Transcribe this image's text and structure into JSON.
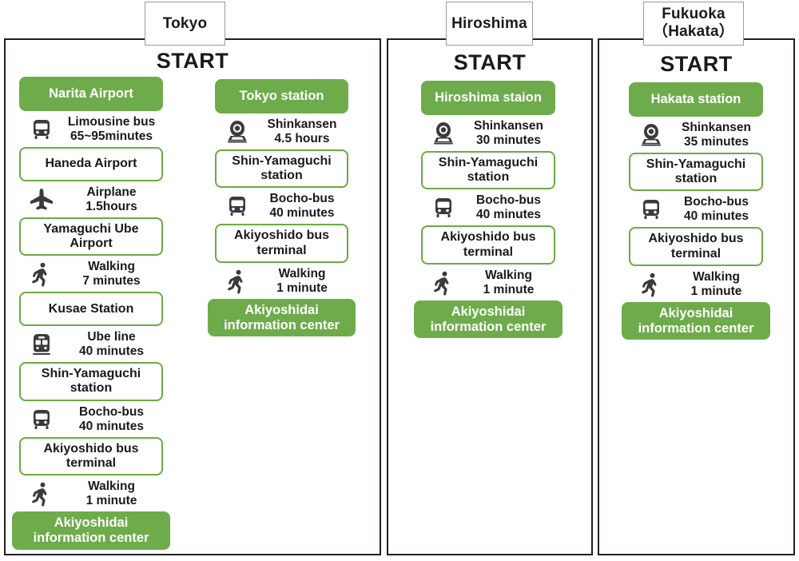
{
  "start_label": "START",
  "colors": {
    "green_solid": "#6eac4b",
    "green_border": "#6aab45",
    "panel_border": "#231f20",
    "tab_border": "#9b9b9b",
    "text": "#1a1a1a",
    "on_green_text": "#ffffff"
  },
  "panels": [
    {
      "id": "tokyo",
      "tab_label": "Tokyo",
      "routes": [
        {
          "id": "tokyo-a",
          "steps": [
            {
              "kind": "node",
              "style": "solid",
              "label": "Narita Airport"
            },
            {
              "kind": "leg",
              "icon": "bus-icon",
              "mode": "Limousine bus",
              "duration": "65~95minutes"
            },
            {
              "kind": "node",
              "style": "outline",
              "label": "Haneda Airport"
            },
            {
              "kind": "leg",
              "icon": "airplane-icon",
              "mode": "Airplane",
              "duration": "1.5hours"
            },
            {
              "kind": "node",
              "style": "outline",
              "label": "Yamaguchi Ube Airport"
            },
            {
              "kind": "leg",
              "icon": "walking-icon",
              "mode": "Walking",
              "duration": "7 minutes"
            },
            {
              "kind": "node",
              "style": "outline",
              "label": "Kusae Station"
            },
            {
              "kind": "leg",
              "icon": "train-icon",
              "mode": "Ube line",
              "duration": "40 minutes"
            },
            {
              "kind": "node",
              "style": "outline",
              "label": "Shin-Yamaguchi station"
            },
            {
              "kind": "leg",
              "icon": "bus-icon",
              "mode": "Bocho-bus",
              "duration": "40 minutes"
            },
            {
              "kind": "node",
              "style": "outline",
              "label": "Akiyoshido bus terminal"
            },
            {
              "kind": "leg",
              "icon": "walking-icon",
              "mode": "Walking",
              "duration": "1 minute"
            },
            {
              "kind": "node",
              "style": "solid",
              "label": "Akiyoshidai information center",
              "final": true
            }
          ]
        },
        {
          "id": "tokyo-b",
          "steps": [
            {
              "kind": "node",
              "style": "solid",
              "label": "Tokyo station"
            },
            {
              "kind": "leg",
              "icon": "shinkansen-icon",
              "mode": "Shinkansen",
              "duration": "4.5 hours"
            },
            {
              "kind": "node",
              "style": "outline",
              "label": "Shin-Yamaguchi station"
            },
            {
              "kind": "leg",
              "icon": "bus-icon",
              "mode": "Bocho-bus",
              "duration": "40 minutes"
            },
            {
              "kind": "node",
              "style": "outline",
              "label": "Akiyoshido bus terminal"
            },
            {
              "kind": "leg",
              "icon": "walking-icon",
              "mode": "Walking",
              "duration": "1 minute"
            },
            {
              "kind": "node",
              "style": "solid",
              "label": "Akiyoshidai information center",
              "final": true
            }
          ]
        }
      ]
    },
    {
      "id": "hiroshima",
      "tab_label": "Hiroshima",
      "routes": [
        {
          "id": "hiroshima",
          "steps": [
            {
              "kind": "node",
              "style": "solid",
              "label": "Hiroshima staion"
            },
            {
              "kind": "leg",
              "icon": "shinkansen-icon",
              "mode": "Shinkansen",
              "duration": "30 minutes"
            },
            {
              "kind": "node",
              "style": "outline",
              "label": "Shin-Yamaguchi station"
            },
            {
              "kind": "leg",
              "icon": "bus-icon",
              "mode": "Bocho-bus",
              "duration": "40 minutes"
            },
            {
              "kind": "node",
              "style": "outline",
              "label": "Akiyoshido bus terminal"
            },
            {
              "kind": "leg",
              "icon": "walking-icon",
              "mode": "Walking",
              "duration": "1 minute"
            },
            {
              "kind": "node",
              "style": "solid",
              "label": "Akiyoshidai information center",
              "final": true
            }
          ]
        }
      ]
    },
    {
      "id": "fukuoka",
      "tab_label": "Fukuoka\n（Hakata）",
      "routes": [
        {
          "id": "fukuoka",
          "steps": [
            {
              "kind": "node",
              "style": "solid",
              "label": "Hakata station"
            },
            {
              "kind": "leg",
              "icon": "shinkansen-icon",
              "mode": "Shinkansen",
              "duration": "35 minutes"
            },
            {
              "kind": "node",
              "style": "outline",
              "label": "Shin-Yamaguchi station"
            },
            {
              "kind": "leg",
              "icon": "bus-icon",
              "mode": "Bocho-bus",
              "duration": "40 minutes"
            },
            {
              "kind": "node",
              "style": "outline",
              "label": "Akiyoshido bus terminal"
            },
            {
              "kind": "leg",
              "icon": "walking-icon",
              "mode": "Walking",
              "duration": "1 minute"
            },
            {
              "kind": "node",
              "style": "solid",
              "label": "Akiyoshidai information center",
              "final": true
            }
          ]
        }
      ]
    }
  ]
}
